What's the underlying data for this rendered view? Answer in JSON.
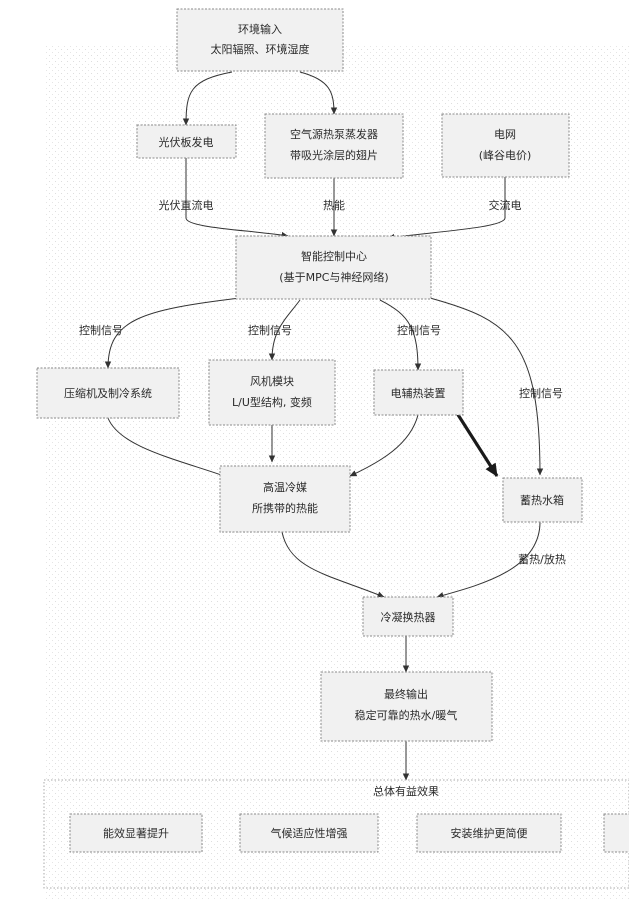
{
  "nodes": {
    "env_input": {
      "line1": "环境输入",
      "line2": "太阳辐照、环境湿度"
    },
    "pv": {
      "line1": "光伏板发电"
    },
    "heat_pump": {
      "line1": "空气源热泵蒸发器",
      "line2": "带吸光涂层的翅片"
    },
    "grid": {
      "line1": "电网",
      "line2": "(峰谷电价)"
    },
    "control_center": {
      "line1": "智能控制中心",
      "line2": "(基于MPC与神经网络)"
    },
    "compressor": {
      "line1": "压缩机及制冷系统"
    },
    "fan": {
      "line1": "风机模块",
      "line2": "L/U型结构, 变频"
    },
    "aux_heater": {
      "line1": "电辅热装置"
    },
    "refrigerant": {
      "line1": "高温冷媒",
      "line2": "所携带的热能"
    },
    "tank": {
      "line1": "蓄热水箱"
    },
    "condenser": {
      "line1": "冷凝换热器"
    },
    "output": {
      "line1": "最终输出",
      "line2": "稳定可靠的热水/暖气"
    }
  },
  "edge_labels": {
    "pv_dc": "光伏直流电",
    "heat": "热能",
    "ac": "交流电",
    "ctrl_1": "控制信号",
    "ctrl_2": "控制信号",
    "ctrl_3": "控制信号",
    "ctrl_4": "控制信号",
    "store_release": "蓄热/放热"
  },
  "effects": {
    "title": "总体有益效果",
    "items": [
      "能效显著提升",
      "气候适应性增强",
      "安装维护更简便"
    ]
  }
}
